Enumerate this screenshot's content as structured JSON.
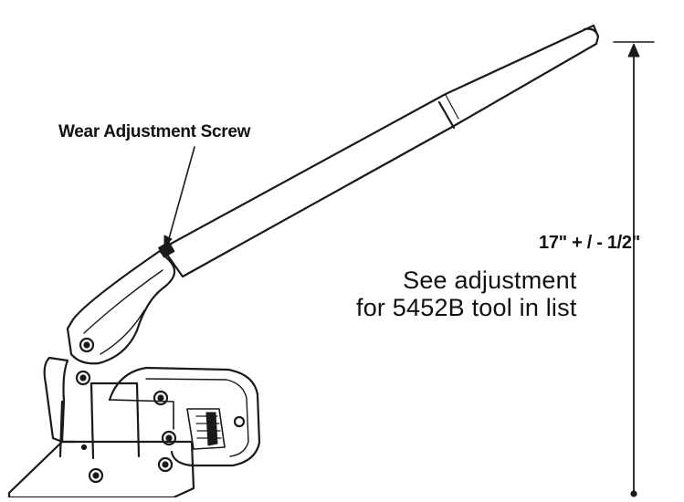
{
  "callouts": {
    "wear_screw": "Wear Adjustment Screw",
    "height_dimension": "17\" + / - 1/2\"",
    "note_line1": "See adjustment",
    "note_line2": "for 5452B tool in list"
  },
  "colors": {
    "ink": "#111111",
    "paper": "#ffffff"
  }
}
